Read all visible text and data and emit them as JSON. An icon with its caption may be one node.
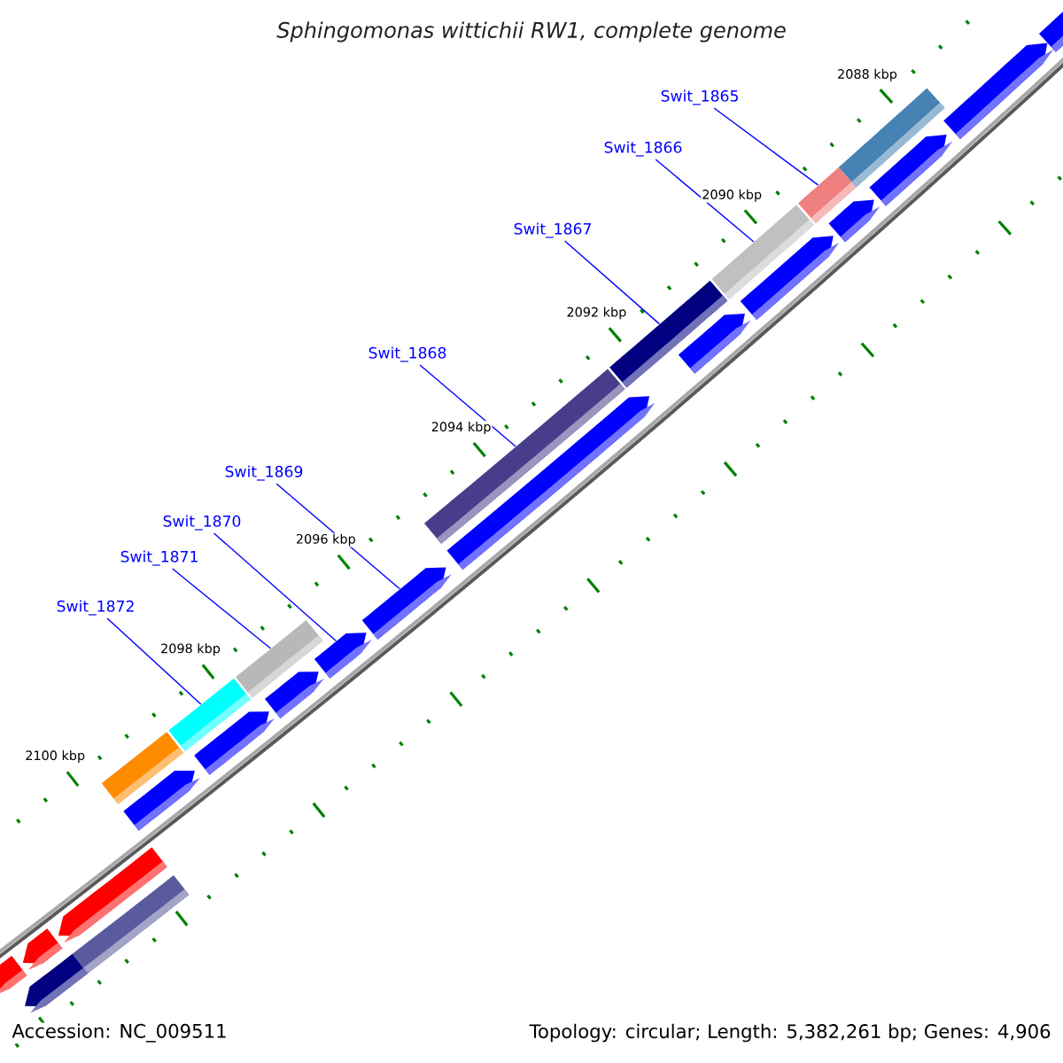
{
  "diagram": {
    "title": "Sphingomonas wittichii RW1, complete genome",
    "nodes": [
      {
        "text": [
          "Swit_1865"
        ]
      },
      {
        "text": [
          "Swit_1866"
        ]
      },
      {
        "text": [
          "Swit_1867"
        ]
      },
      {
        "text": [
          "Swit_1868"
        ]
      },
      {
        "text": [
          "Swit_1869"
        ]
      },
      {
        "text": [
          "Swit_1870"
        ]
      },
      {
        "text": [
          "Swit_1871"
        ]
      },
      {
        "text": [
          "Swit_1872"
        ]
      },
      {
        "text": [],
        "shape": "bar"
      },
      {
        "text": [],
        "shape": "bar"
      },
      {
        "text": [],
        "shape": "bar"
      },
      {
        "text": [],
        "shape": "bar"
      },
      {
        "text": [],
        "shape": "bar"
      },
      {
        "text": [],
        "shape": "bar"
      },
      {
        "text": [],
        "shape": "bar"
      },
      {
        "text": [],
        "shape": "bar"
      },
      {
        "text": [],
        "shape": "bar"
      },
      {
        "text": [],
        "shape": "bar"
      },
      {
        "text": [],
        "shape": "bar"
      },
      {
        "text": [],
        "shape": "bar"
      },
      {
        "text": [],
        "shape": "bar"
      },
      {
        "text": [],
        "shape": "bar"
      },
      {
        "text": [],
        "shape": "bar"
      },
      {
        "text": [],
        "shape": "bar"
      },
      {
        "text": [],
        "shape": "bar"
      },
      {
        "text": [],
        "shape": "bar"
      },
      {
        "text": [],
        "shape": "bar"
      },
      {
        "text": [],
        "shape": "bar"
      },
      {
        "text": [],
        "shape": "bar"
      },
      {
        "text": [],
        "shape": "bar"
      },
      {
        "text": [],
        "shape": "bar"
      },
      {
        "text": [],
        "shape": "bar"
      },
      {
        "text": [],
        "shape": "bar"
      }
    ],
    "edges": [
      {
        "from": 0,
        "to": 8,
        "arrow": "none"
      },
      {
        "from": 1,
        "to": 9,
        "arrow": "none"
      },
      {
        "from": 2,
        "to": 10,
        "arrow": "none"
      },
      {
        "from": 3,
        "to": 11,
        "arrow": "none"
      },
      {
        "from": 4,
        "to": 12,
        "arrow": "none"
      },
      {
        "from": 5,
        "to": 13,
        "arrow": "none"
      },
      {
        "from": 6,
        "to": 14,
        "arrow": "none"
      },
      {
        "from": 7,
        "to": 15,
        "arrow": "none"
      }
    ],
    "labels": [
      "2088 kbp",
      "2090 kbp",
      "2092 kbp",
      "2094 kbp",
      "2096 kbp",
      "2098 kbp",
      "2100 kbp",
      "Accession: NC_009511",
      "Topology: circular; Length: 5,382,261 bp; Genes: 4,906"
    ]
  }
}
